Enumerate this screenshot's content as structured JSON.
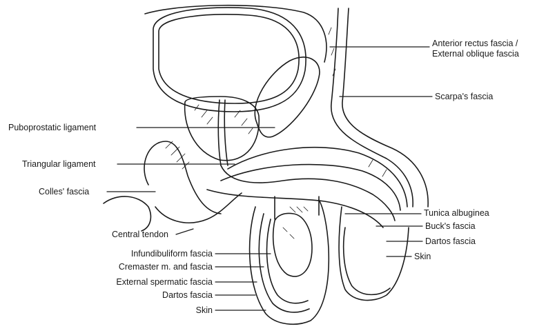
{
  "labels": {
    "anterior_rectus_fascia": "Anterior rectus fascia /",
    "external_oblique_fascia": "External oblique fascia",
    "scarpas_fascia": "Scarpa's fascia",
    "puboprostatic_ligament": "Puboprostatic ligament",
    "triangular_ligament": "Triangular ligament",
    "colles_fascia": "Colles' fascia",
    "central_tendon": "Central tendon",
    "tunica_albuginea": "Tunica albuginea",
    "bucks_fascia": "Buck's fascia",
    "dartos_fascia_penile": "Dartos fascia",
    "skin_penile": "Skin",
    "infundibuliform_fascia": "Infundibuliform fascia",
    "cremaster": "Cremaster m. and fascia",
    "external_spermatic_fascia": "External spermatic fascia",
    "dartos_fascia_scrotal": "Dartos fascia",
    "skin_scrotal": "Skin"
  },
  "colors": {
    "ink": "#1a1a1a",
    "background": "#ffffff"
  }
}
